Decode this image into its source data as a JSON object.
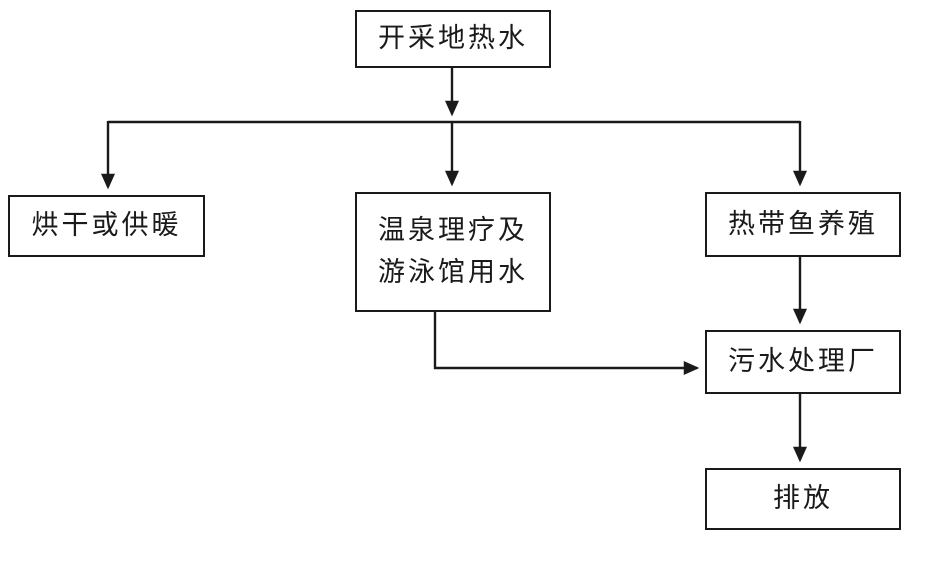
{
  "diagram": {
    "title": "geothermal-water-usage-flowchart",
    "colors": {
      "line": "#1a1a1a",
      "box_border": "#1a1a1a",
      "box_fill": "#ffffff",
      "text": "#1a1a1a",
      "background": "#ffffff"
    },
    "nodes": {
      "source": {
        "label": "开采地热水"
      },
      "drying": {
        "label": "烘干或供暖"
      },
      "spa": {
        "label": "温泉理疗及\n游泳馆用水"
      },
      "fish": {
        "label": "热带鱼养殖"
      },
      "sewage": {
        "label": "污水处理厂"
      },
      "discharge": {
        "label": "排放"
      }
    },
    "edges": [
      {
        "from": "source",
        "to": "branch"
      },
      {
        "from": "branch",
        "to": "drying"
      },
      {
        "from": "branch",
        "to": "spa"
      },
      {
        "from": "branch",
        "to": "fish"
      },
      {
        "from": "fish",
        "to": "sewage"
      },
      {
        "from": "spa",
        "to": "sewage"
      },
      {
        "from": "sewage",
        "to": "discharge"
      }
    ]
  }
}
